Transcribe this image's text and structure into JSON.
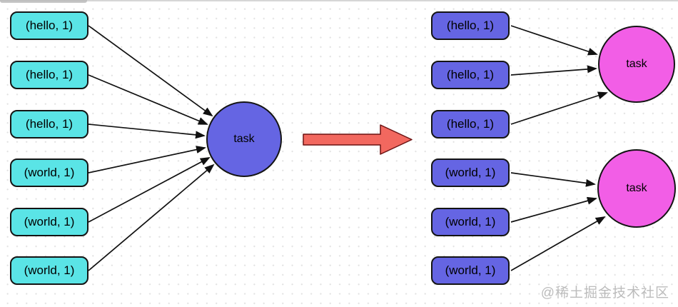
{
  "stage_left": {
    "boxes": [
      {
        "label": "(hello, 1)"
      },
      {
        "label": "(hello, 1)"
      },
      {
        "label": "(hello, 1)"
      },
      {
        "label": "(world, 1)"
      },
      {
        "label": "(world, 1)"
      },
      {
        "label": "(world, 1)"
      }
    ],
    "task_label": "task"
  },
  "stage_right": {
    "boxes": [
      {
        "label": "(hello, 1)"
      },
      {
        "label": "(hello, 1)"
      },
      {
        "label": "(hello, 1)"
      },
      {
        "label": "(world, 1)"
      },
      {
        "label": "(world, 1)"
      },
      {
        "label": "(world, 1)"
      }
    ],
    "task_labels": [
      "task",
      "task"
    ]
  },
  "watermark": "@稀土掘金技术社区",
  "colors": {
    "tuple_box_left": "#5ae4e6",
    "tuple_box_right": "#6565e3",
    "task_circle_left": "#6565e3",
    "task_circle_right": "#f25ee6",
    "transform_arrow_fill": "#f2685f",
    "transform_arrow_border": "#6b1212",
    "connector_stroke": "#111111",
    "watermark_gray": "#bcbcbc"
  }
}
